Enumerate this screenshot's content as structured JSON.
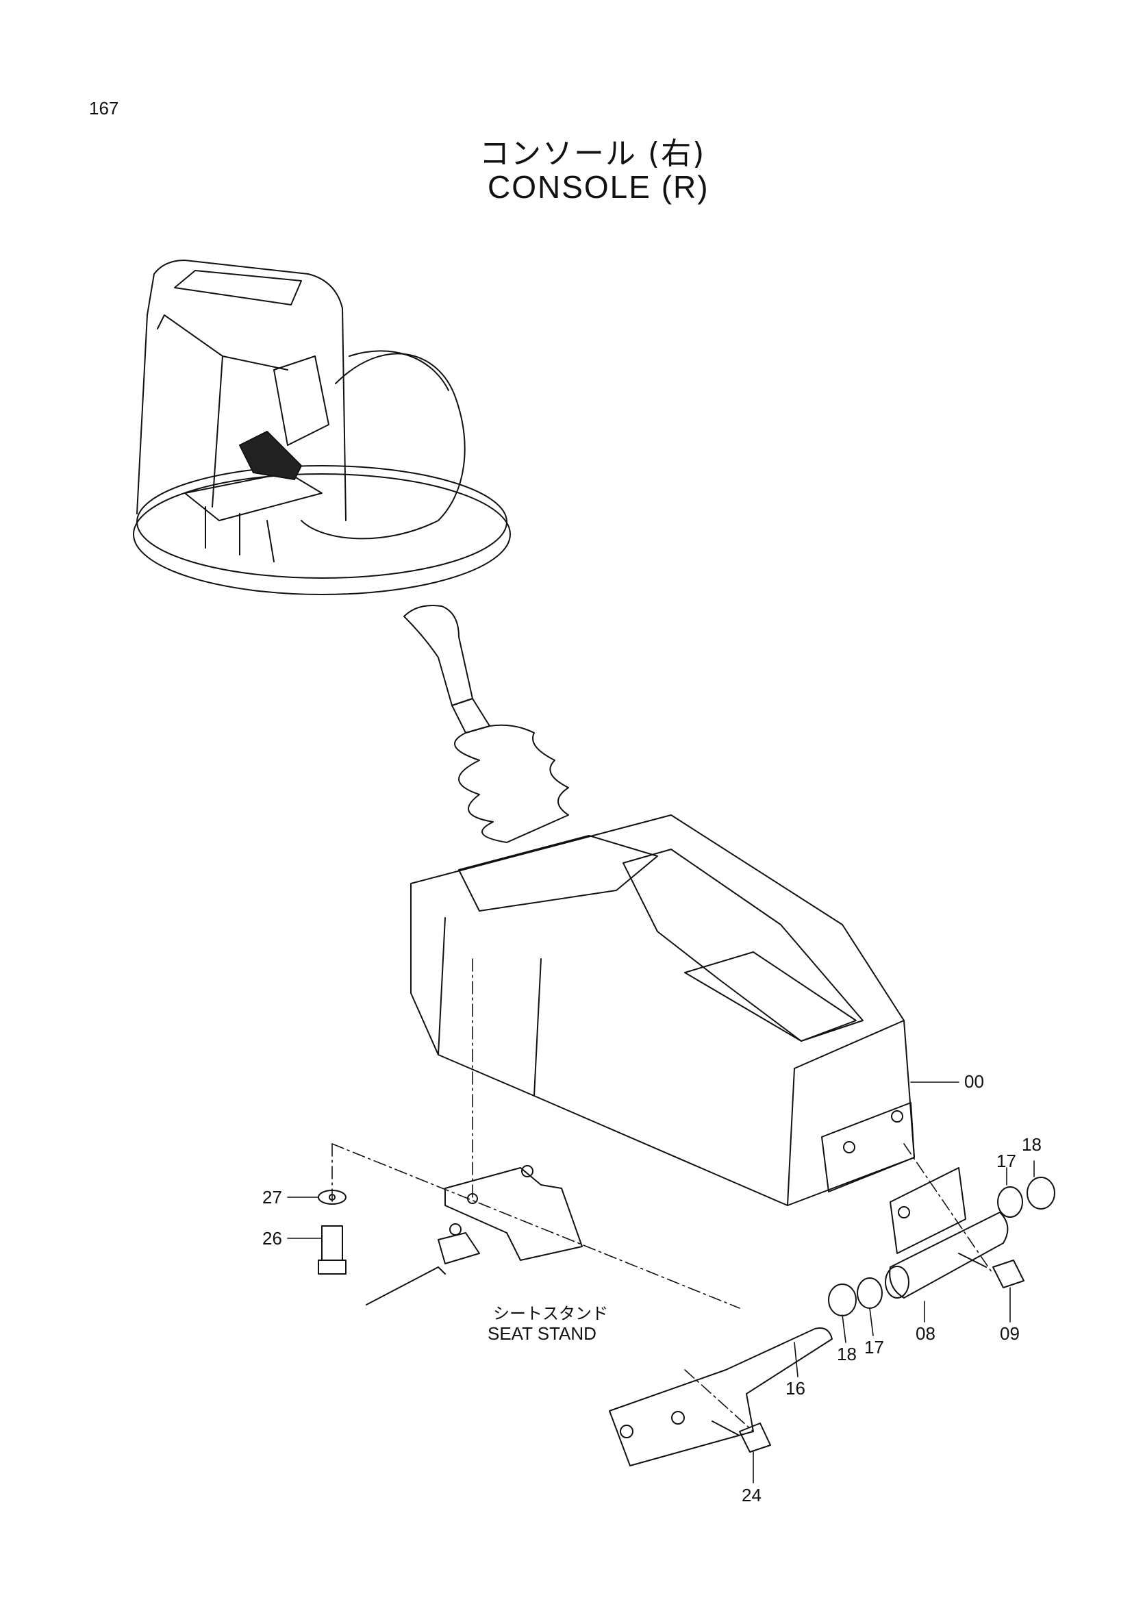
{
  "page": {
    "number": "167",
    "title_jp": "コンソール (右)",
    "title_en": "CONSOLE (R)"
  },
  "seat_stand": {
    "label_jp": "シートスタンド",
    "label_en": "SEAT STAND"
  },
  "parts": [
    {
      "id": "00"
    },
    {
      "id": "08"
    },
    {
      "id": "09"
    },
    {
      "id": "16"
    },
    {
      "id": "17"
    },
    {
      "id": "17"
    },
    {
      "id": "18"
    },
    {
      "id": "18"
    },
    {
      "id": "24"
    },
    {
      "id": "26"
    },
    {
      "id": "27"
    }
  ]
}
